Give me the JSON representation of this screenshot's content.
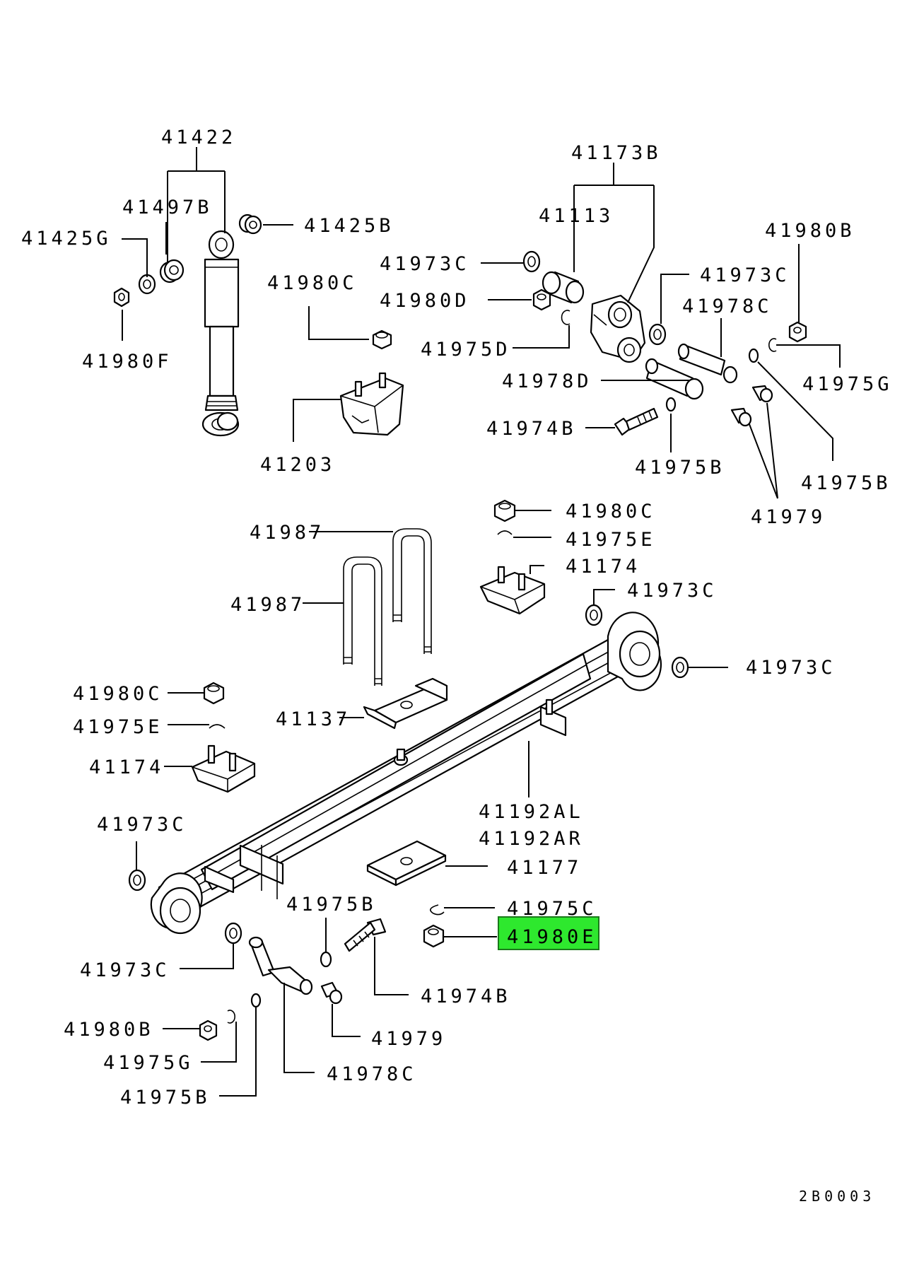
{
  "labels": {
    "l41422": "41422",
    "l41497B": "41497B",
    "l41425G": "41425G",
    "l41425B": "41425B",
    "l41980F": "41980F",
    "l41980C_top": "41980C",
    "l41203": "41203",
    "l41173B": "41173B",
    "l41113": "41113",
    "l41973C_a": "41973C",
    "l41980D": "41980D",
    "l41975D": "41975D",
    "l41978D": "41978D",
    "l41974B_top": "41974B",
    "l41975B_a": "41975B",
    "l41973C_b": "41973C",
    "l41978C_top": "41978C",
    "l41980B_top": "41980B",
    "l41975G_top": "41975G",
    "l41975B_b": "41975B",
    "l41979_top": "41979",
    "l41987_a": "41987",
    "l41987_b": "41987",
    "l41980C_mid": "41980C",
    "l41975E_mid": "41975E",
    "l41174_mid": "41174",
    "l41973C_c": "41973C",
    "l41973C_d": "41973C",
    "l41980C_left": "41980C",
    "l41975E_left": "41975E",
    "l41174_left": "41174",
    "l41137": "41137",
    "l41973C_e": "41973C",
    "l41192AL": "41192AL",
    "l41192AR": "41192AR",
    "l41177": "41177",
    "l41975C": "41975C",
    "l41980E": "41980E",
    "l41975B_c": "41975B",
    "l41974B_bot": "41974B",
    "l41973C_f": "41973C",
    "l41979_bot": "41979",
    "l41980B_bot": "41980B",
    "l41975G_bot": "41975G",
    "l41978C_bot": "41978C",
    "l41975B_d": "41975B",
    "figure_code": "2B0003"
  },
  "highlight": {
    "part": "41980E",
    "color": "#2ee82e"
  }
}
